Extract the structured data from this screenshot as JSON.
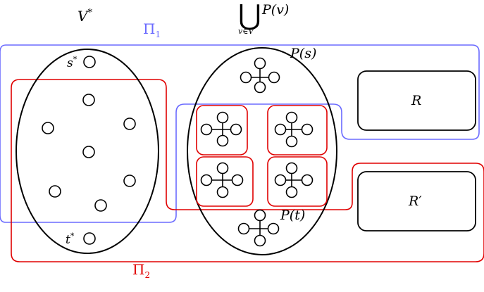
{
  "labels": {
    "v_star": "V",
    "v_star_sup": "*",
    "union_symbol": "⋃",
    "union_body": "P(v)",
    "union_sub": "v∈V",
    "pi1_base": "Π",
    "pi1_sub": "1",
    "pi2_base": "Π",
    "pi2_sub": "2",
    "p_s": "P(s)",
    "p_t": "P(t)",
    "r": "R",
    "r_prime": "R′",
    "s_star_base": "s",
    "s_star_sup": "*",
    "t_star_base": "t",
    "t_star_sup": "*"
  },
  "colors": {
    "pi1": "#6b6bff",
    "pi2": "#e00000",
    "ink": "#000000"
  }
}
